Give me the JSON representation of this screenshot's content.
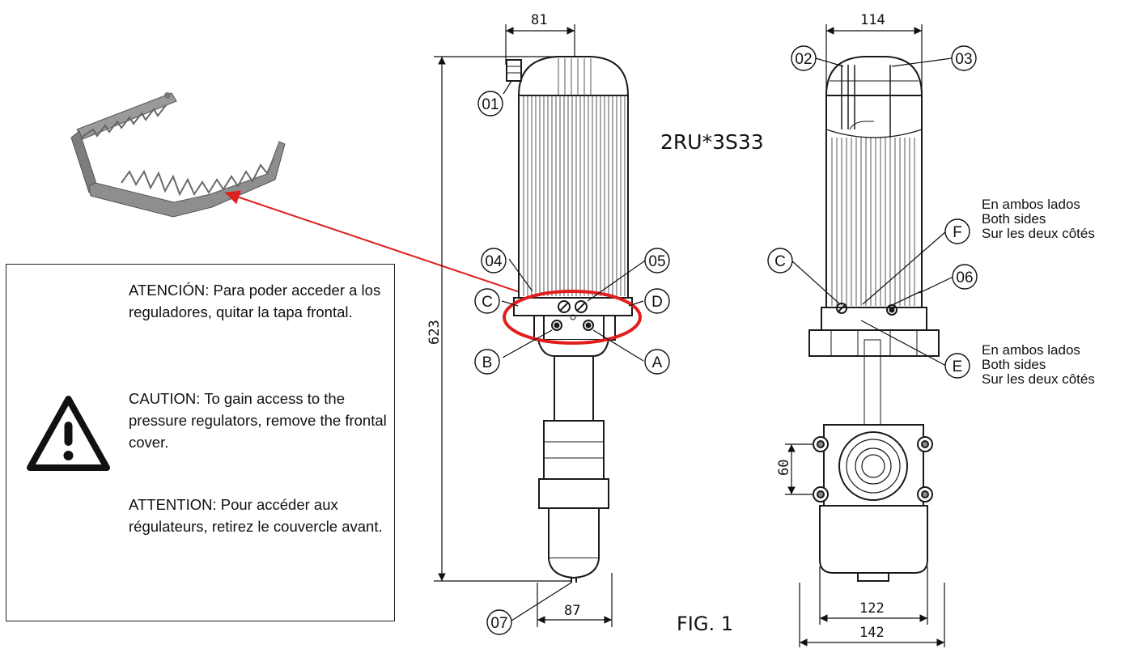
{
  "figure_label": "FIG. 1",
  "model_code": "2RU*3S33",
  "dimensions": {
    "front_top_width": "81",
    "front_height": "623",
    "front_bottom_width": "87",
    "side_top_width": "114",
    "side_bolt_spacing": "60",
    "side_inner_width": "122",
    "side_outer_width": "142"
  },
  "callouts": {
    "c01": "01",
    "c02": "02",
    "c03": "03",
    "c04": "04",
    "c05": "05",
    "c06": "06",
    "c07": "07",
    "a": "A",
    "b": "B",
    "c_front": "C",
    "c_side": "C",
    "d": "D",
    "e": "E",
    "f": "F"
  },
  "side_note_f": {
    "es": "En ambos lados",
    "en": "Both sides",
    "fr": "Sur les deux côtés"
  },
  "side_note_e": {
    "es": "En ambos lados",
    "en": "Both sides",
    "fr": "Sur les deux côtés"
  },
  "warning": {
    "es": "ATENCIÓN: Para poder acceder a los reguladores, quitar la tapa frontal.",
    "en": "CAUTION: To gain access to the pressure regulators, remove the frontal cover.",
    "fr": "ATTENTION: Pour accéder aux régulateurs, retirez le couvercle avant."
  },
  "colors": {
    "highlight": "#e01e1e",
    "line": "#1a1a1a",
    "cover": "#8c8c8c"
  },
  "icons": {
    "warning": "warning-triangle-icon"
  }
}
